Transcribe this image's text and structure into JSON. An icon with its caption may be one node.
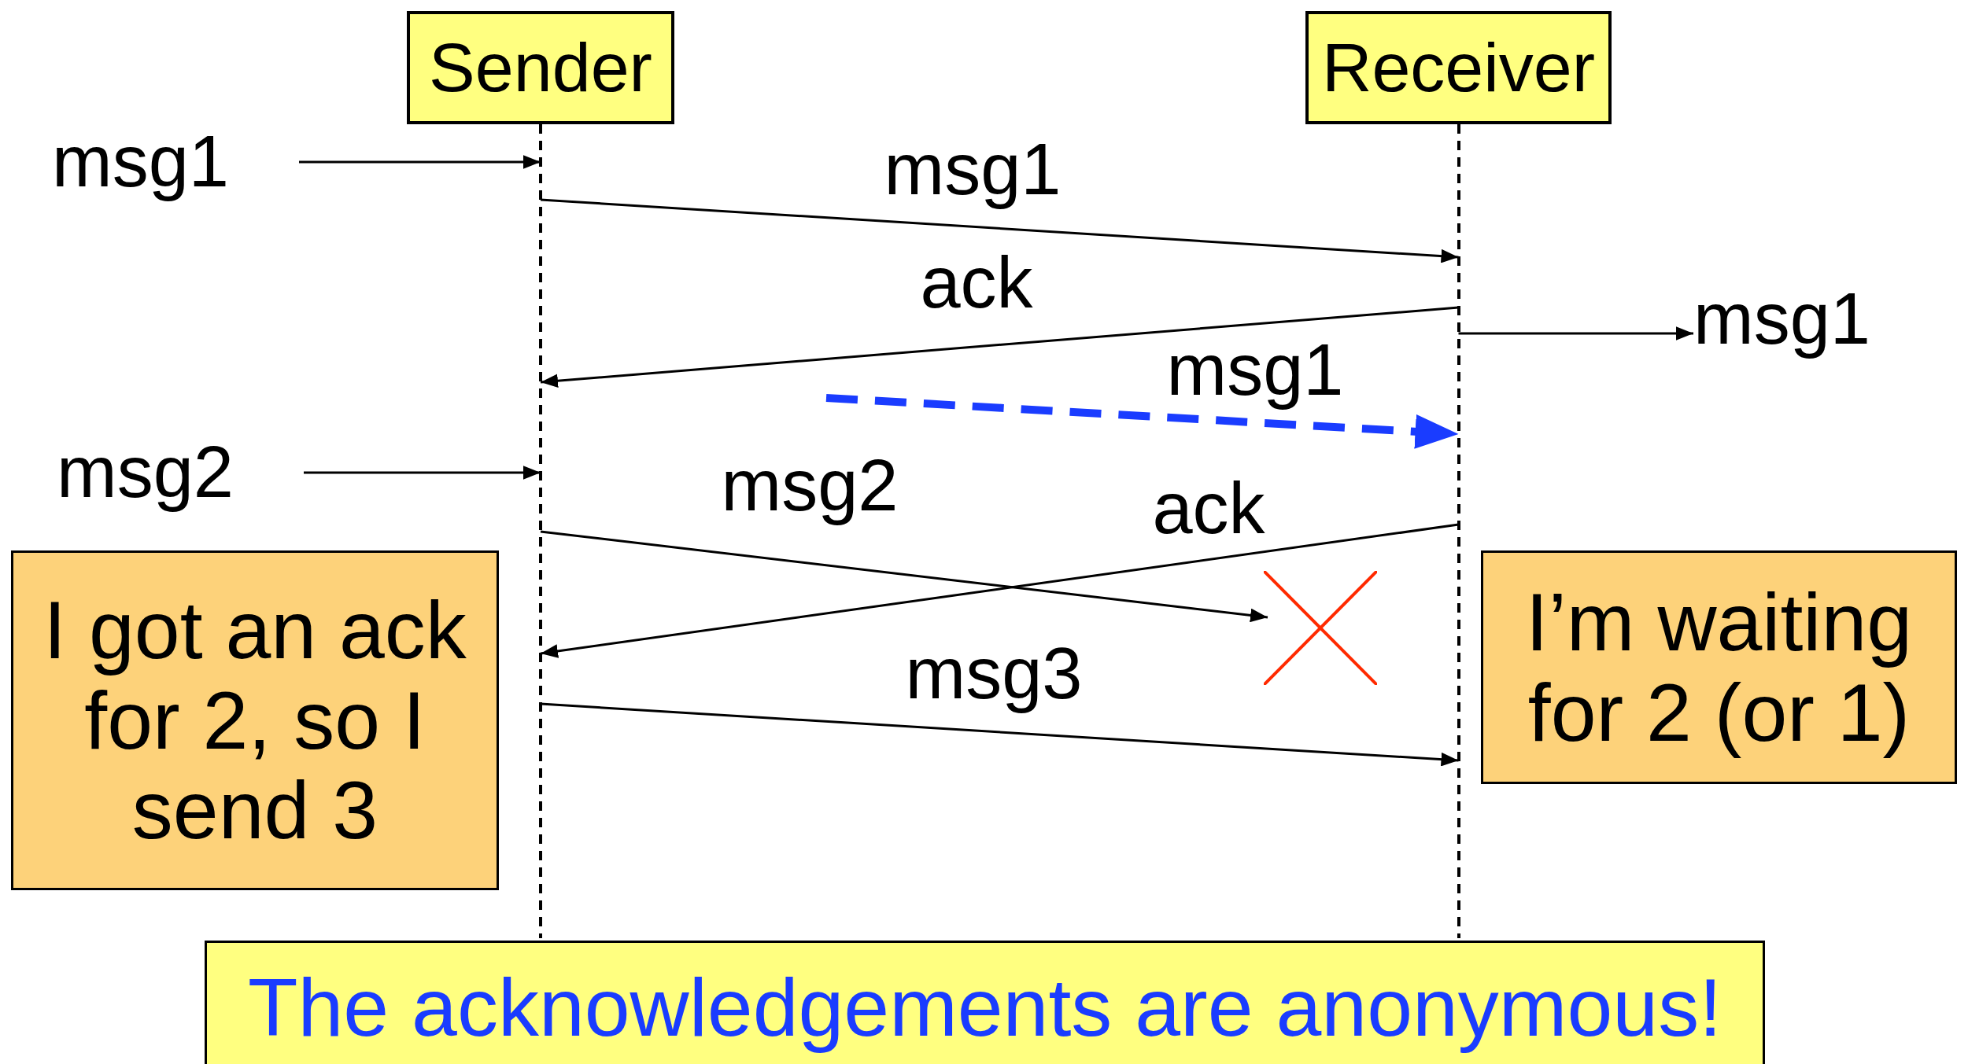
{
  "diagram": {
    "nodes": [
      {
        "text": [
          "Sender"
        ]
      },
      {
        "text": [
          "Receiver"
        ]
      },
      {
        "text": [
          "msg1"
        ]
      },
      {
        "text": [
          "msg1"
        ]
      },
      {
        "text": [
          "msg2"
        ]
      },
      {
        "text": [
          "I got an ack for 2, so I send 3"
        ]
      },
      {
        "text": [
          "I’m waiting for 2 (or 1)"
        ]
      },
      {
        "text": [],
        "shape": "cross"
      },
      {
        "text": [
          "The acknowledgements are anonymous!"
        ]
      }
    ],
    "edges": [
      {
        "from": 2,
        "to": 0,
        "arrow": "to"
      },
      {
        "from": 0,
        "to": 1,
        "arrow": "to",
        "label": "msg1"
      },
      {
        "from": 1,
        "to": 0,
        "arrow": "to",
        "label": "ack"
      },
      {
        "from": 1,
        "to": 3,
        "arrow": "to"
      },
      {
        "from": null,
        "to": 1,
        "arrow": "to",
        "label": "msg1",
        "style": "dashed",
        "color": "#1a3cff"
      },
      {
        "from": 4,
        "to": 0,
        "arrow": "to"
      },
      {
        "from": 0,
        "to": 7,
        "arrow": "to",
        "label": "msg2"
      },
      {
        "from": 1,
        "to": 0,
        "arrow": "to",
        "label": "ack"
      },
      {
        "from": 0,
        "to": 1,
        "arrow": "to",
        "label": "msg3"
      }
    ]
  }
}
